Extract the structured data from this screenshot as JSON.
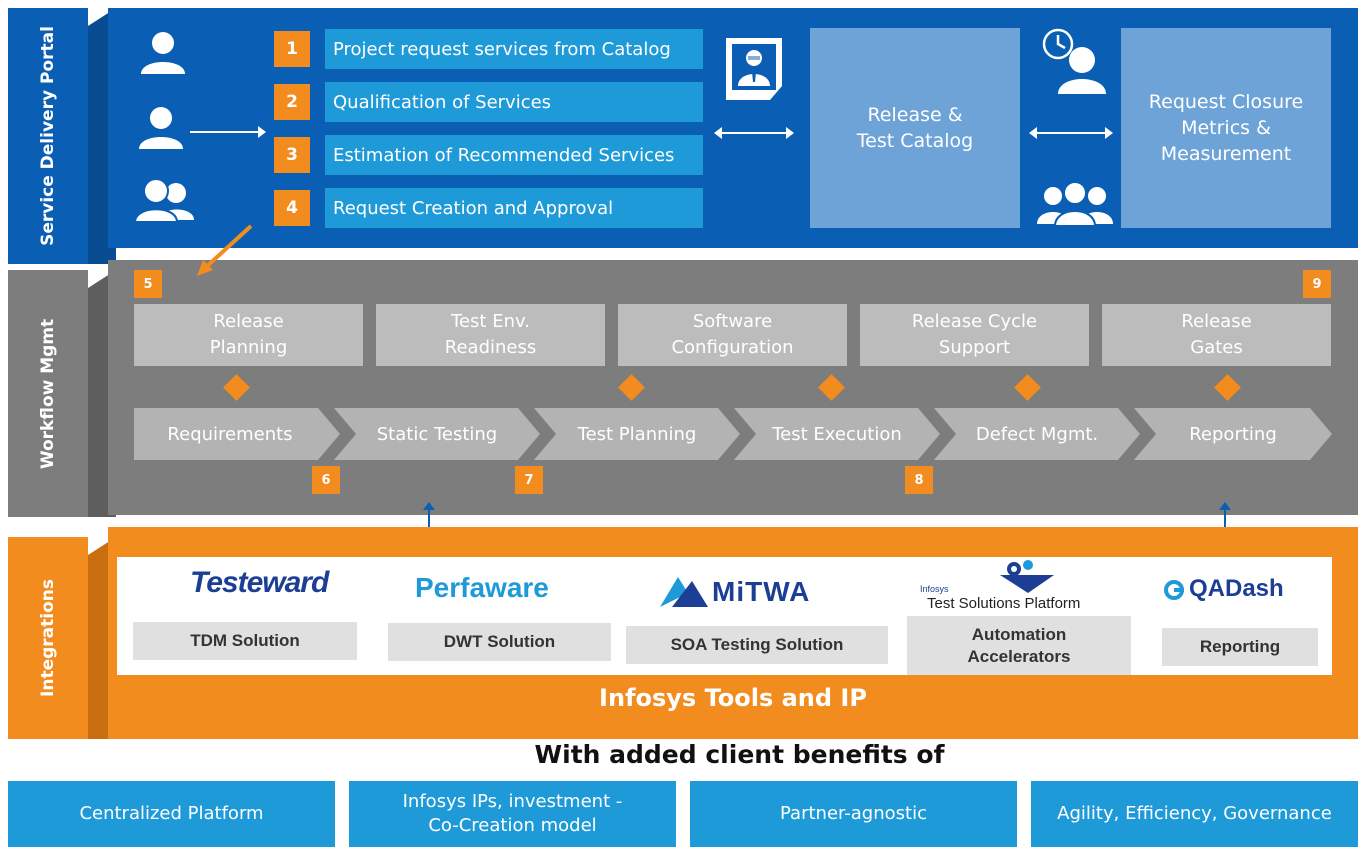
{
  "colors": {
    "blue_dark": "#0a5fb4",
    "blue_light": "#1f9ad9",
    "catalog_blue": "#6ea3d8",
    "orange": "#f28c1e",
    "gray_panel": "#7d7d7d",
    "gray_box": "#bcbcbc"
  },
  "side_labels": {
    "sdp": "Service Delivery Portal",
    "workflow": "Workflow Mgmt",
    "integrations": "Integrations"
  },
  "sdp": {
    "steps": [
      {
        "num": "1",
        "label": "Project request services from Catalog"
      },
      {
        "num": "2",
        "label": "Qualification of Services"
      },
      {
        "num": "3",
        "label": "Estimation of Recommended Services"
      },
      {
        "num": "4",
        "label": "Request Creation and Approval"
      }
    ],
    "catalog": {
      "line1": "Release &",
      "line2": "Test Catalog"
    },
    "closure": {
      "line1": "Request Closure",
      "line2": "Metrics &",
      "line3": "Measurement"
    },
    "icons": [
      "user-icon",
      "user-icon",
      "user-group-icon",
      "profile-card-icon",
      "clock-user-icon",
      "user-group-icon"
    ]
  },
  "workflow": {
    "start_num": "5",
    "end_num": "9",
    "boxes": [
      {
        "line1": "Release",
        "line2": "Planning"
      },
      {
        "line1": "Test Env.",
        "line2": "Readiness"
      },
      {
        "line1": "Software",
        "line2": "Configuration"
      },
      {
        "line1": "Release Cycle",
        "line2": "Support"
      },
      {
        "line1": "Release",
        "line2": "Gates"
      }
    ],
    "stages": [
      "Requirements",
      "Static Testing",
      "Test Planning",
      "Test Execution",
      "Defect Mgmt.",
      "Reporting"
    ],
    "stage_nums": [
      "6",
      "7",
      "8"
    ]
  },
  "integrations": {
    "tools": [
      {
        "logo": "Testeward",
        "label": "TDM Solution"
      },
      {
        "logo": "Perfaware",
        "label": "DWT Solution"
      },
      {
        "logo": "MiTWA",
        "label": "SOA Testing Solution"
      },
      {
        "logo_small": "Infosys",
        "logo": "Test Solutions Platform",
        "label_line1": "Automation",
        "label_line2": "Accelerators"
      },
      {
        "logo": "QADash",
        "label": "Reporting"
      }
    ],
    "banner": "Infosys Tools and IP"
  },
  "benefits_title": "With added client benefits of",
  "benefits": [
    {
      "line1": "Centralized Platform",
      "line2": ""
    },
    {
      "line1": "Infosys IPs, investment  -",
      "line2": "Co-Creation model"
    },
    {
      "line1": "Partner-agnostic",
      "line2": ""
    },
    {
      "line1": "Agility, Efficiency, Governance",
      "line2": ""
    }
  ]
}
